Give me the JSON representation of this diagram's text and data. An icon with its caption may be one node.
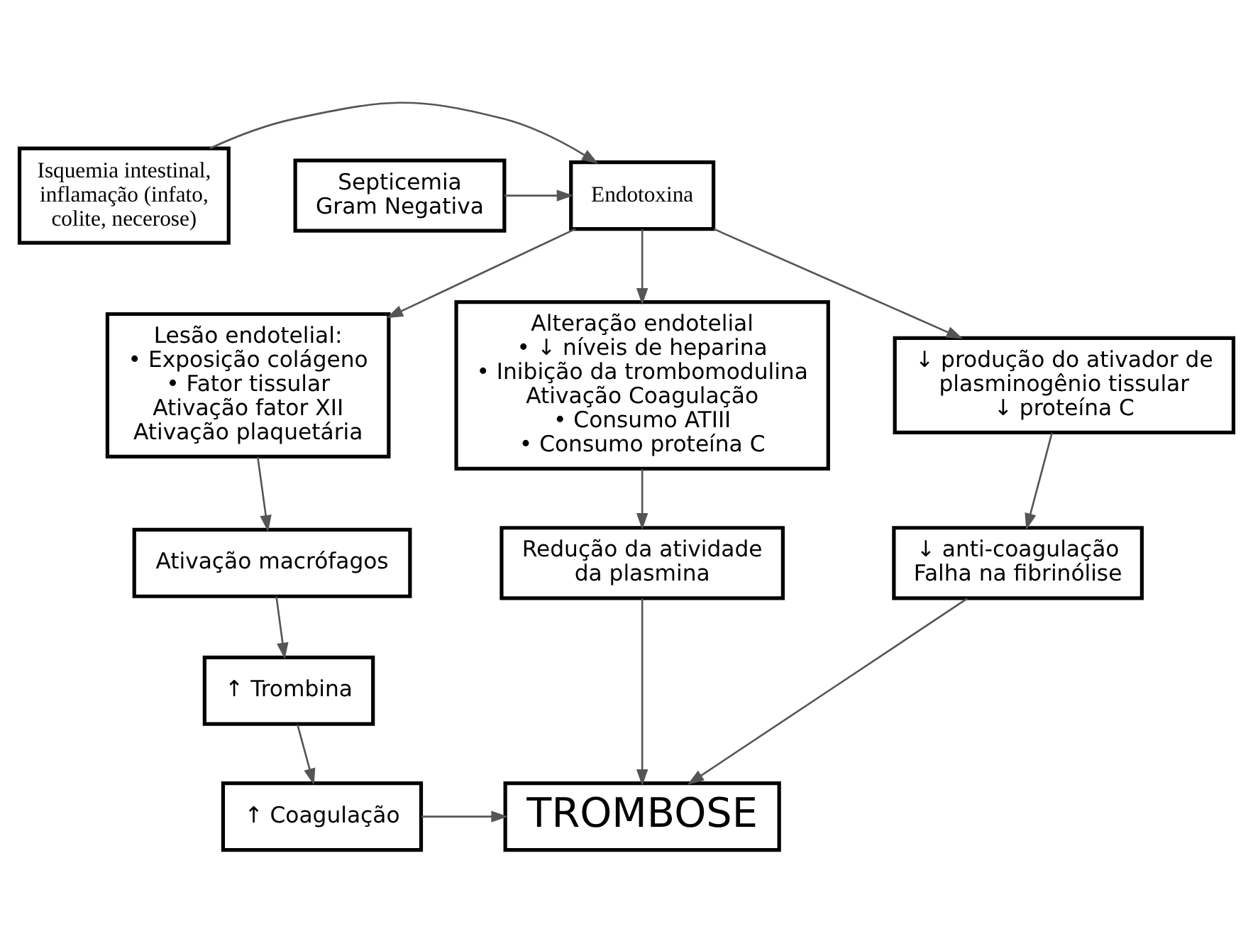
{
  "diagram": {
    "nodes": [
      {
        "text": [
          "Isquemia intestinal, inflamação (infato, colite, necerose)"
        ]
      },
      {
        "text": [
          "Endotoxina"
        ]
      },
      {
        "text": [
          "Septicemia Gram Negativa"
        ]
      },
      {
        "text": [
          "Lesão endotelial:",
          "• Exposição colágeno",
          "• Fator tissular",
          "Ativação fator XII",
          "Ativação plaquetária"
        ]
      },
      {
        "text": [
          "Alteração endotelial",
          "• ↓ níveis de heparina",
          "• Inibição da trombomodulina",
          "Ativação Coagulação",
          "• Consumo ATIII",
          "• Consumo proteína C"
        ]
      },
      {
        "text": [
          "↓ produção do ativador de plasminogênio tissular",
          "↓ proteína C"
        ]
      },
      {
        "text": [
          "Ativação macrófagos"
        ]
      },
      {
        "text": [
          "Redução da atividade da plasmina"
        ]
      },
      {
        "text": [
          "↓ anti-coagulação",
          "Falha na fibrinólise"
        ]
      },
      {
        "text": [
          "↑ Trombina"
        ]
      },
      {
        "text": [
          "↑ Coagulação"
        ]
      },
      {
        "text": [
          "TROMBOSE"
        ]
      }
    ],
    "edges": [
      {
        "from": 0,
        "to": 1,
        "arrow": "to"
      },
      {
        "from": 2,
        "to": 1,
        "arrow": "to"
      },
      {
        "from": 1,
        "to": 3,
        "arrow": "to"
      },
      {
        "from": 1,
        "to": 4,
        "arrow": "to"
      },
      {
        "from": 1,
        "to": 5,
        "arrow": "to"
      },
      {
        "from": 3,
        "to": 6,
        "arrow": "to"
      },
      {
        "from": 4,
        "to": 7,
        "arrow": "to"
      },
      {
        "from": 5,
        "to": 8,
        "arrow": "to"
      },
      {
        "from": 6,
        "to": 9,
        "arrow": "to"
      },
      {
        "from": 9,
        "to": 10,
        "arrow": "to"
      },
      {
        "from": 10,
        "to": 11,
        "arrow": "to"
      },
      {
        "from": 7,
        "to": 11,
        "arrow": "to"
      },
      {
        "from": 8,
        "to": 11,
        "arrow": "to"
      }
    ]
  }
}
